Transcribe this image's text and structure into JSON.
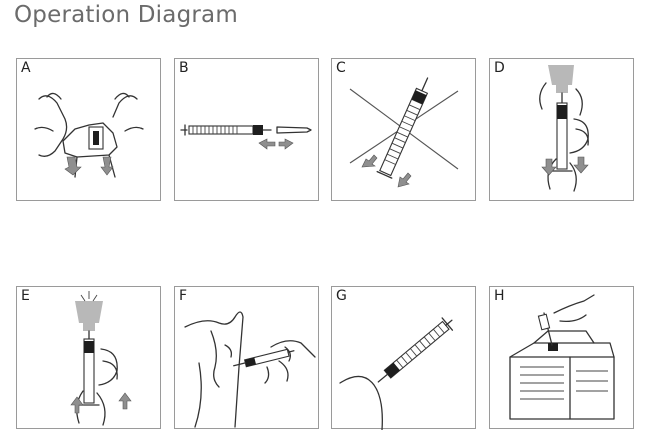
{
  "title": "Operation Diagram",
  "panels": [
    {
      "letter": "A",
      "icon": "twist-off-cap-icon"
    },
    {
      "letter": "B",
      "icon": "syringe-remove-cap-icon"
    },
    {
      "letter": "C",
      "icon": "do-not-tilt-syringe-icon"
    },
    {
      "letter": "D",
      "icon": "draw-from-vial-icon"
    },
    {
      "letter": "E",
      "icon": "push-air-into-vial-icon"
    },
    {
      "letter": "F",
      "icon": "pinch-skin-inject-icon"
    },
    {
      "letter": "G",
      "icon": "inject-syringe-icon"
    },
    {
      "letter": "H",
      "icon": "dispose-sharps-container-icon"
    }
  ]
}
